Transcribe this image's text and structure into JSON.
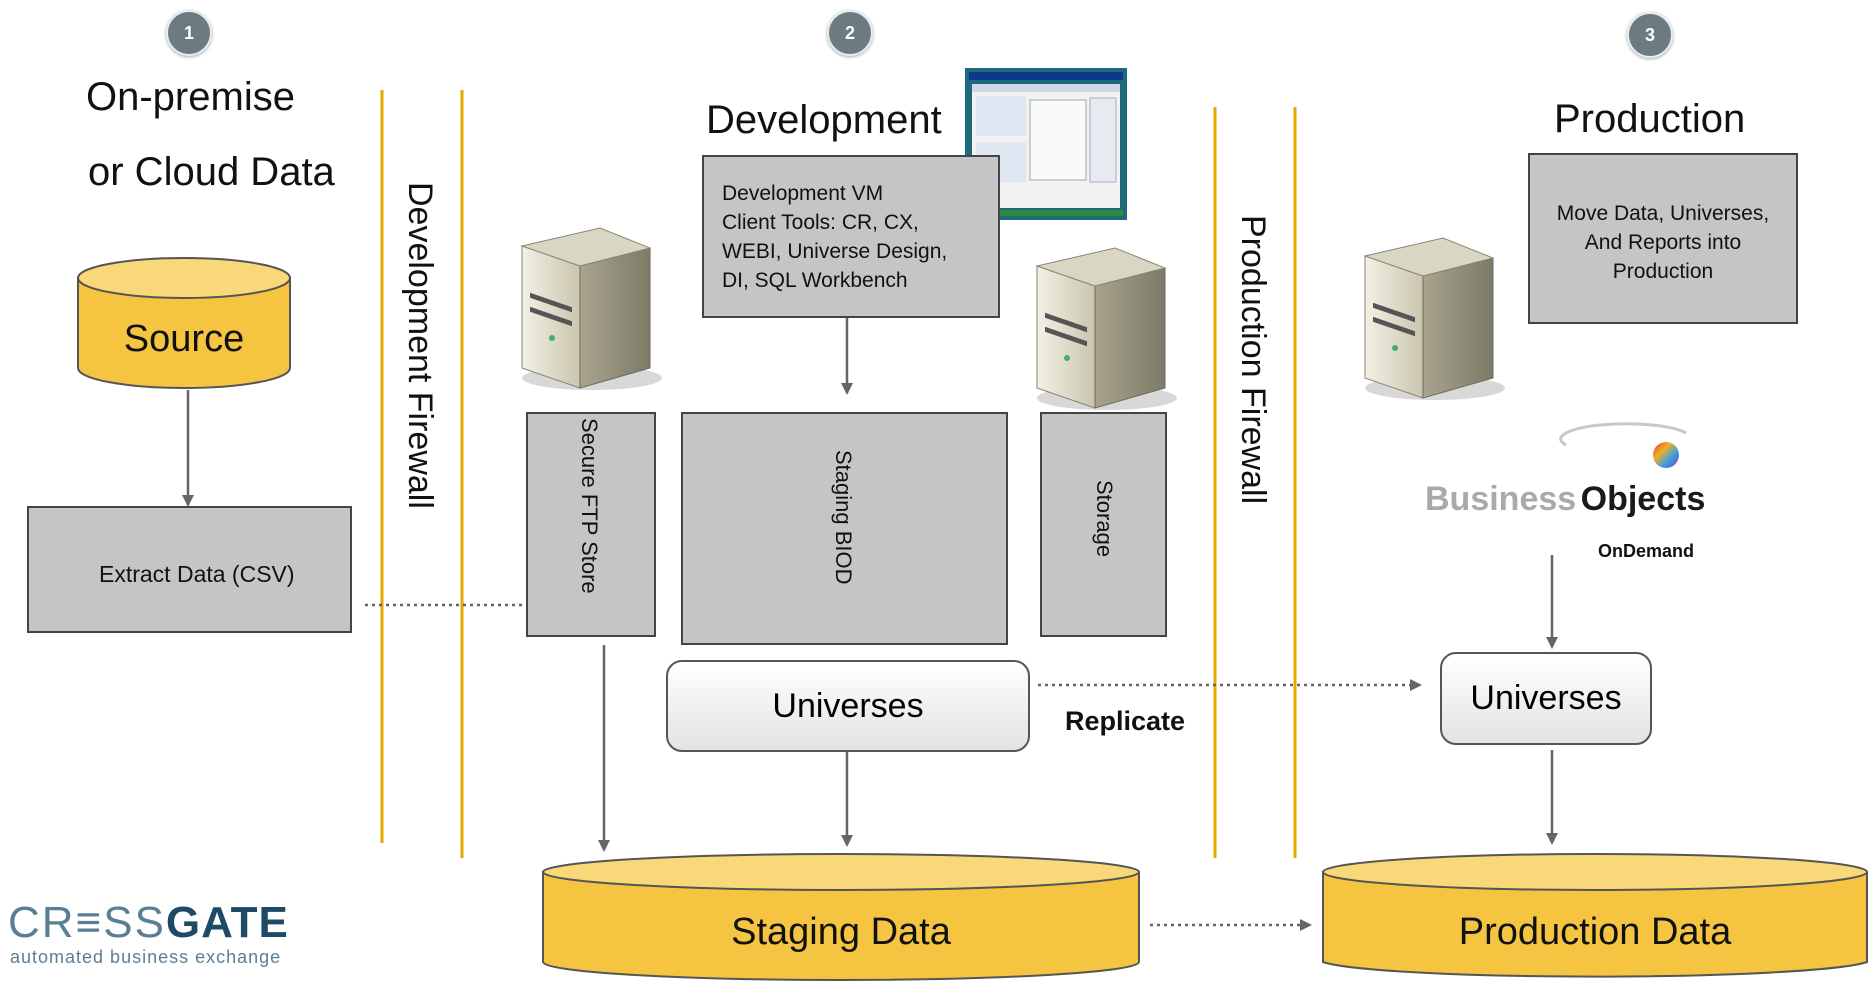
{
  "badges": [
    "1",
    "2",
    "3"
  ],
  "columns": {
    "onprem_line1": "On-premise",
    "onprem_line2": "or Cloud Data",
    "development": "Development",
    "production": "Production"
  },
  "source": "Source",
  "extract": "Extract Data (CSV)",
  "firewalls": {
    "development": "Development Firewall",
    "production": "Production Firewall"
  },
  "dev_vm": {
    "line1": "Development VM",
    "line2": "Client Tools:  CR, CX,",
    "line3": "WEBI, Universe Design,",
    "line4": "DI, SQL Workbench"
  },
  "secure_ftp": "Secure FTP Store",
  "staging_biod": "Staging BIOD",
  "storage": "Storage",
  "move_box": {
    "line1": "Move Data, Universes,",
    "line2": "And Reports into",
    "line3": "Production"
  },
  "universes_dev": "Universes",
  "universes_prod": "Universes",
  "replicate": "Replicate",
  "staging_data": "Staging Data",
  "production_data": "Production Data",
  "bo_logo": {
    "business": "Business",
    "objects": "Objects",
    "ondemand": "OnDemand"
  },
  "crossgate": {
    "name_light": "CR≡SS",
    "name_bold": "GATE",
    "tagline": "automated business exchange"
  },
  "colors": {
    "firewall_line": "#e8a800",
    "cylinder_fill": "#f5c542",
    "box_fill": "#c5c5c5",
    "badge": "#6b7b82",
    "arrow": "#666666"
  }
}
